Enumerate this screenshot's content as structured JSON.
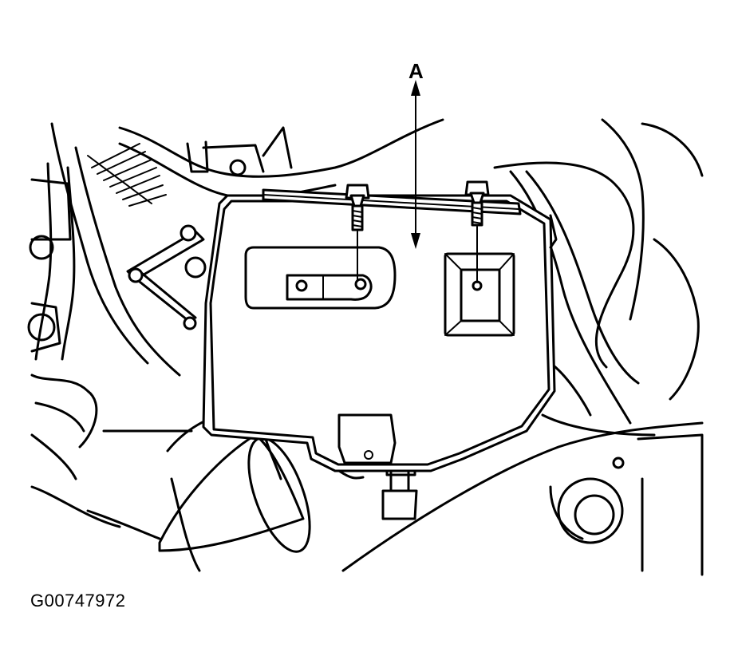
{
  "diagram": {
    "callouts": [
      {
        "id": "A",
        "label": "A"
      }
    ],
    "figure_id": "G00747972"
  }
}
